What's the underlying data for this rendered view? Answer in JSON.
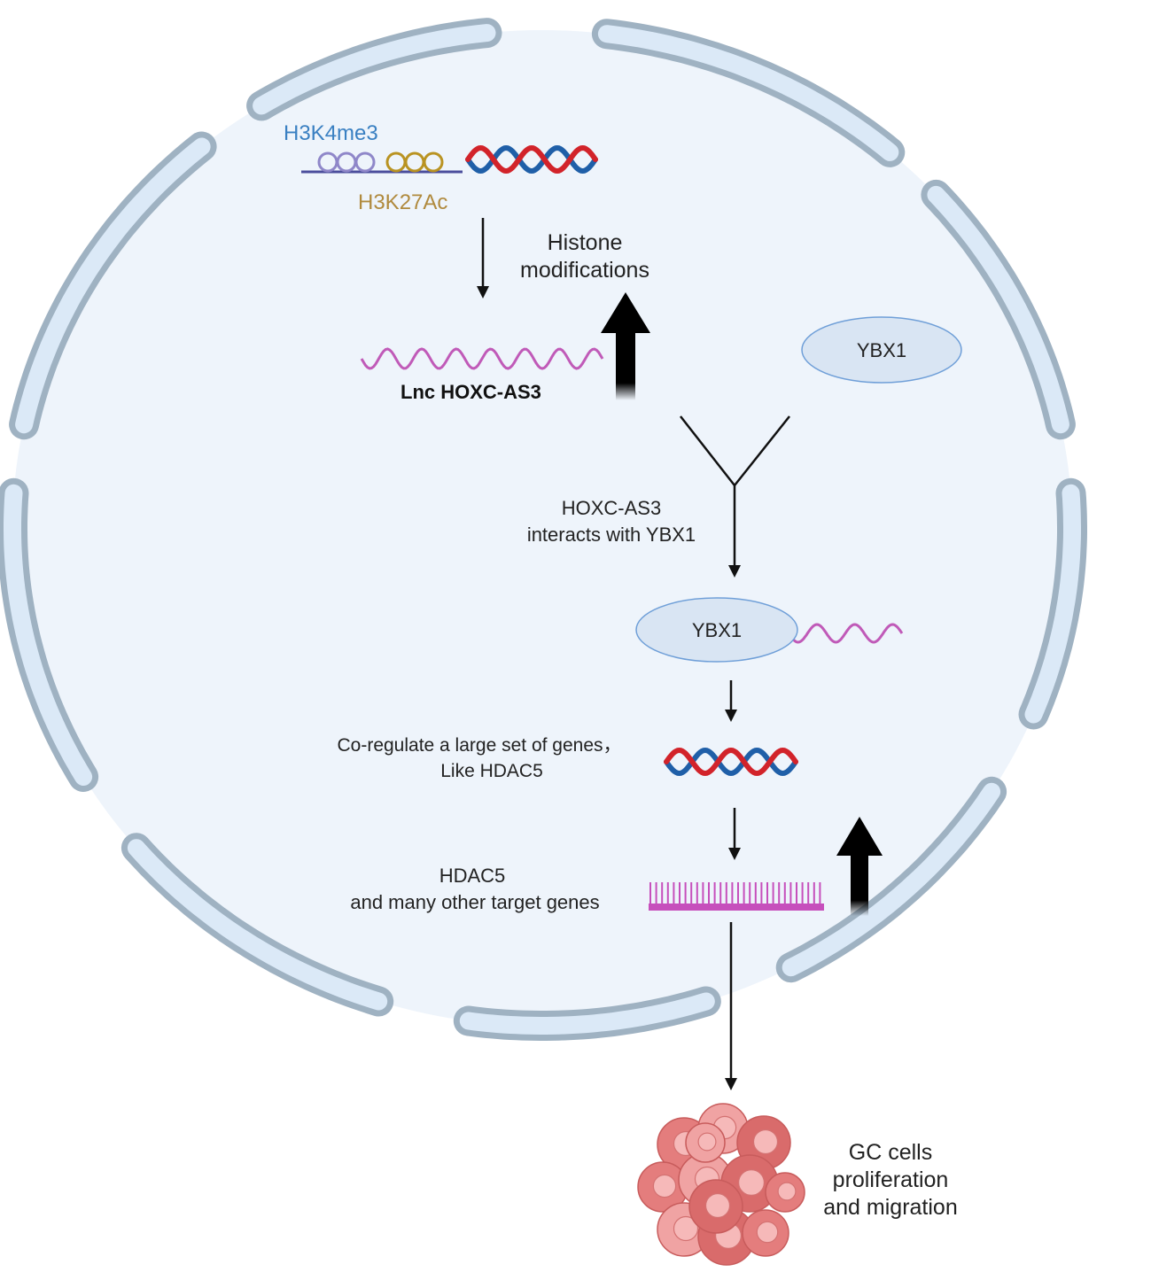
{
  "nucleus": {
    "fill": "#eef4fb",
    "envelope_stroke": "#9fb2c2",
    "envelope_fill": "#dbe9f7"
  },
  "histone_marks": {
    "h3k4me3_label": "H3K4me3",
    "h3k4me3_color": "#3a80c2",
    "h3k27ac_label": "H3K27Ac",
    "h3k27ac_color": "#b08a3e",
    "purple_ring_color": "#8f87c9",
    "gold_ring_color": "#b99322",
    "baseline_color": "#4b4e9c"
  },
  "dna_colors": {
    "strand_a": "#d2232a",
    "strand_b": "#1f5fa8"
  },
  "labels": {
    "histone_modifications_line1": "Histone",
    "histone_modifications_line2": "modifications",
    "lnc_rna": "Lnc HOXC-AS3",
    "ybx1_free": "YBX1",
    "interaction_line1": "HOXC-AS3",
    "interaction_line2": "interacts with YBX1",
    "ybx1_complex": "YBX1",
    "coregulate_line1": "Co-regulate a large set of genes，",
    "coregulate_line2": "Like HDAC5",
    "targets_line1": "HDAC5",
    "targets_line2": "and many other  target genes",
    "outcome_line1": "GC cells",
    "outcome_line2": "proliferation",
    "outcome_line3": "and migration"
  },
  "colors": {
    "rna": "#c05ab8",
    "ybx1_fill": "#d9e5f3",
    "ybx1_stroke": "#6f9fd8",
    "arrow": "#111111",
    "gene_comb": "#c64fbc",
    "cell_cluster": "#e88a8a"
  }
}
